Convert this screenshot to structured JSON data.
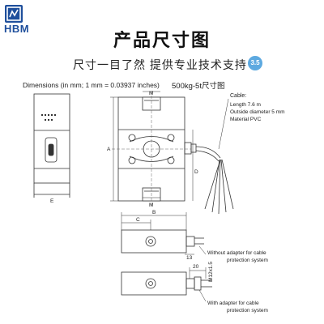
{
  "header": {
    "brand": "HBM",
    "title": "产品尺寸图",
    "subtitle": "尺寸一目了然 提供专业技术支持",
    "badge_text": "3.5"
  },
  "drawing": {
    "dimensions_note": "Dimensions (in mm; 1 mm = 0.03937 inches)",
    "model_label": "500kg-5t尺寸图",
    "cable_title": "Cable:",
    "cable_length": "Length 7.6 m",
    "cable_diameter": "Outside diameter 5 mm",
    "cable_material": "Material PVC",
    "dim_M": "M",
    "dim_A": "A",
    "dim_D": "D",
    "dim_E": "E",
    "dim_B": "B",
    "dim_C": "C",
    "dim_13": "13",
    "dim_20": "20",
    "dim_m12": "M12x1.5",
    "note_without_adapter_1": "Without adapter for cable",
    "note_without_adapter_2": "protection system",
    "note_with_adapter_1": "With adapter for cable",
    "note_with_adapter_2": "protection system"
  },
  "colors": {
    "brand_blue": "#1f4f9c",
    "badge_blue": "#5da9e0"
  }
}
